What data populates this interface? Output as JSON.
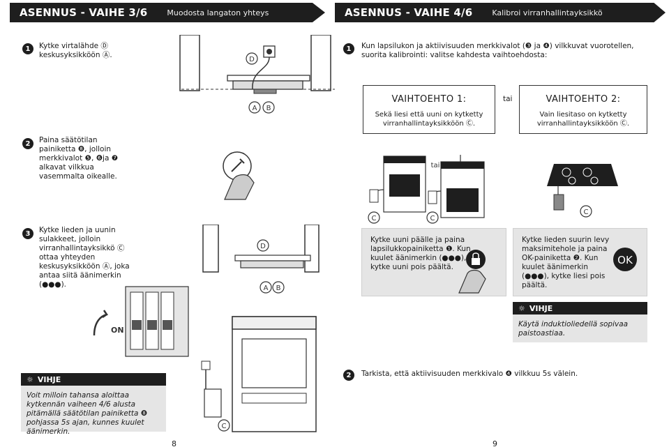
{
  "left_header": {
    "title": "ASENNUS - VAIHE 3/6",
    "subtitle": "Muodosta langaton yhteys"
  },
  "right_header": {
    "title": "ASENNUS - VAIHE 4/6",
    "subtitle": "Kalibroi virranhallintayksikkö"
  },
  "left_steps": [
    {
      "number": "1",
      "text": "Kytke virtalähde Ⓓ keskusyksikköön Ⓐ."
    },
    {
      "number": "2",
      "text": "Paina säätötilan painiketta ❽, jolloin merkkivalot ❺, ❻ja ❼ alkavat vilkkua vasemmalta oikealle."
    },
    {
      "number": "3",
      "text": "Kytke lieden ja uunin sulakkeet, jolloin virranhallintayksikkö Ⓒ ottaa yhteyden keskusyksikköön Ⓐ, joka antaa siitä äänimerkin (●●●)."
    }
  ],
  "right_steps": [
    {
      "number": "1",
      "text": "Kun lapsilukon ja aktiivisuuden merkkivalot (❸ ja ❹) vilkkuvat vuorotellen, suorita kalibrointi: valitse kahdesta vaihtoehdosta:"
    },
    {
      "number": "2",
      "text": "Tarkista, että aktiivisuuden merkkivalo ❹ vilkkuu 5s välein."
    }
  ],
  "options": {
    "option1": {
      "title": "VAIHTOEHTO 1:",
      "desc": "Sekä liesi että uuni on kytketty virranhallintayksikköön Ⓒ.",
      "action": "Kytke uuni päälle ja paina lapsilukkopainiketta ❶. Kun kuulet äänimerkin (●●●), kytke uuni pois päältä."
    },
    "option2": {
      "title": "VAIHTOEHTO 2:",
      "desc": "Vain liesitaso on kytketty virranhallintayksikköön Ⓒ.",
      "action": "Kytke lieden suurin levy maksimitehole ja paina OK-painiketta ❷. Kun kuulet äänimerkin (●●●), kytke liesi pois päältä."
    },
    "or_label": "tai"
  },
  "tips": {
    "right": {
      "label": "VIHJE",
      "text": "Käytä induktioliedellä sopivaa paistoastiaa."
    },
    "left": {
      "label": "VIHJE",
      "text": "Voit milloin tahansa aloittaa kytkennän vaiheen 4/6 alusta pitämällä säätötilan painiketta ❽ pohjassa 5s ajan, kunnes kuulet äänimerkin."
    }
  },
  "illustration_labels": {
    "d": "D",
    "a": "A",
    "b": "B",
    "c": "C",
    "on": "ON",
    "ok": "OK",
    "tai": "tai"
  },
  "page_numbers": {
    "left": "8",
    "right": "9"
  }
}
